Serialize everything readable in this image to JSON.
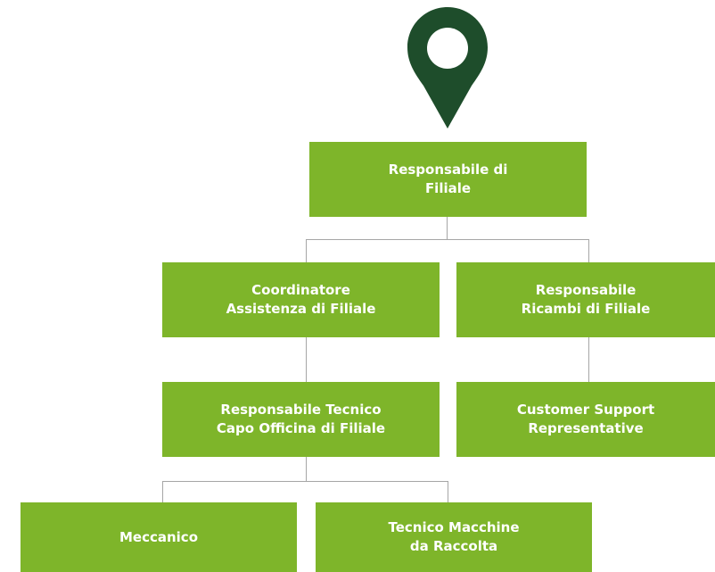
{
  "colors": {
    "box_fill": "#7eb52a",
    "box_text": "#ffffff",
    "connector": "#a6a6a6",
    "pin": "#1e4d2b"
  },
  "icon": "location-pin-icon",
  "nodes": {
    "branch_manager": "Responsabile di\nFiliale",
    "service_coordinator": "Coordinatore\nAssistenza di Filiale",
    "parts_manager": "Responsabile\nRicambi di Filiale",
    "workshop_head": "Responsabile Tecnico\nCapo Officina di Filiale",
    "customer_support": "Customer Support\nRepresentative",
    "mechanic": "Meccanico",
    "harvest_technician": "Tecnico Macchine\nda Raccolta"
  }
}
